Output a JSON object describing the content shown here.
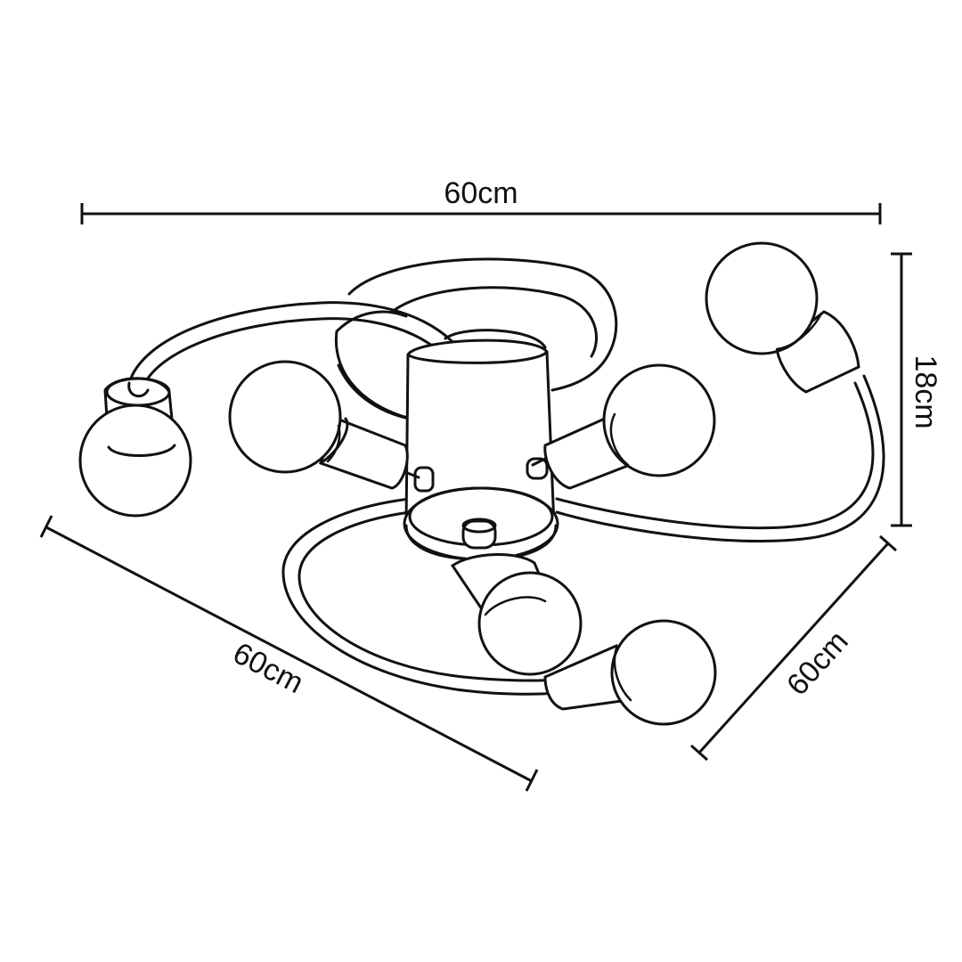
{
  "dimensions": {
    "width_top": "60cm",
    "height_right": "18cm",
    "depth_left": "60cm",
    "depth_right": "60cm"
  },
  "colors": {
    "line": "#111111",
    "background": "#ffffff"
  }
}
